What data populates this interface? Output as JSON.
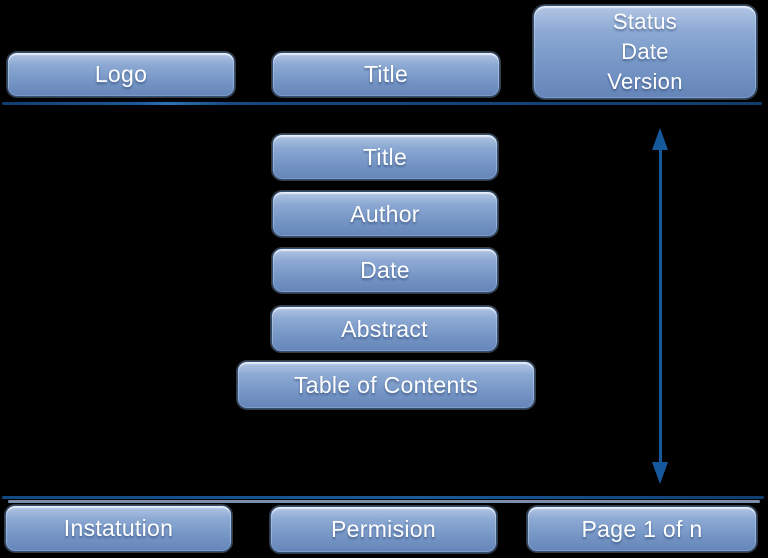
{
  "colors": {
    "background": "#000000",
    "box_top": "#b2c6e5",
    "box_bottom": "#6585b8",
    "box_text": "#ffffff",
    "divider_dark": "#134a82",
    "divider_light": "#92a9c6",
    "arrow": "#15599c"
  },
  "header": {
    "logo": "Logo",
    "title": "Title",
    "status_lines": [
      "Status",
      "Date",
      "Version"
    ]
  },
  "front_matter": {
    "title": "Title",
    "author": "Author",
    "date": "Date",
    "abstract": "Abstract",
    "toc": "Table of Contents"
  },
  "footer": {
    "institution": "Instatution",
    "permission": "Permision",
    "page": "Page 1 of n"
  }
}
